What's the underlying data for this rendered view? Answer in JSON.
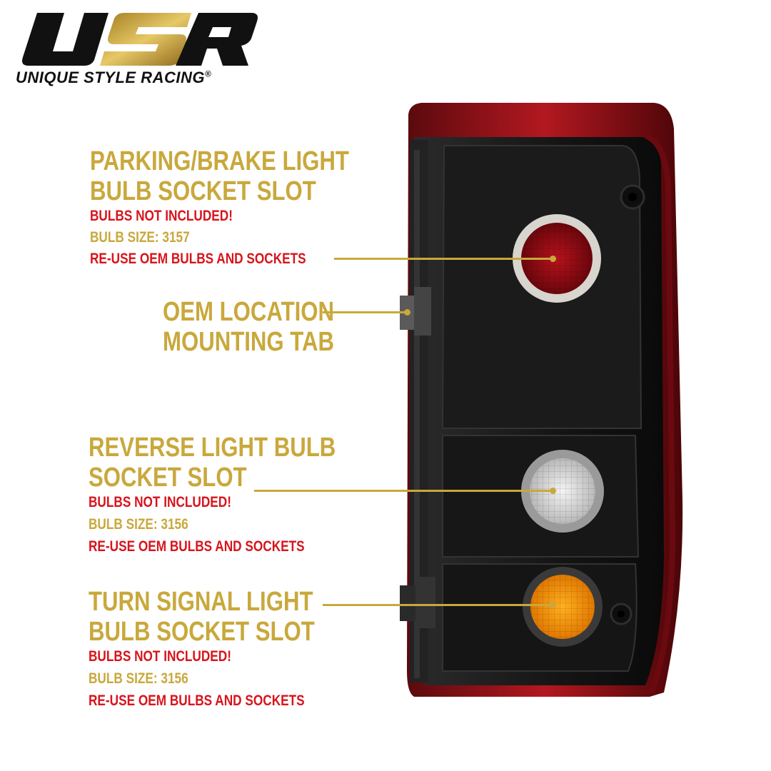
{
  "brand": {
    "name": "UNIQUE STYLE RACING",
    "registered": "®"
  },
  "callouts": {
    "parking": {
      "title_1": "PARKING/BRAKE LIGHT",
      "title_2": "BULB SOCKET SLOT",
      "warning": "BULBS NOT INCLUDED!",
      "bulb_size": "BULB SIZE: 3157",
      "reuse": "RE-USE OEM BULBS AND SOCKETS"
    },
    "tab": {
      "title_1": "OEM LOCATION",
      "title_2": "MOUNTING TAB"
    },
    "reverse": {
      "title_1": "REVERSE LIGHT BULB",
      "title_2": "SOCKET SLOT",
      "warning": "BULBS NOT INCLUDED!",
      "bulb_size": "BULB SIZE: 3156",
      "reuse": "RE-USE OEM BULBS AND SOCKETS"
    },
    "turn": {
      "title_1": "TURN SIGNAL LIGHT",
      "title_2": "BULB SOCKET SLOT",
      "warning": "BULBS NOT INCLUDED!",
      "bulb_size": "BULB SIZE: 3156",
      "reuse": "RE-USE OEM BULBS AND SOCKETS"
    }
  },
  "colors": {
    "gold": "#c9a83c",
    "red": "#d8141c",
    "housing": "#1a1a1a",
    "lens_red": "#8c0e14"
  }
}
